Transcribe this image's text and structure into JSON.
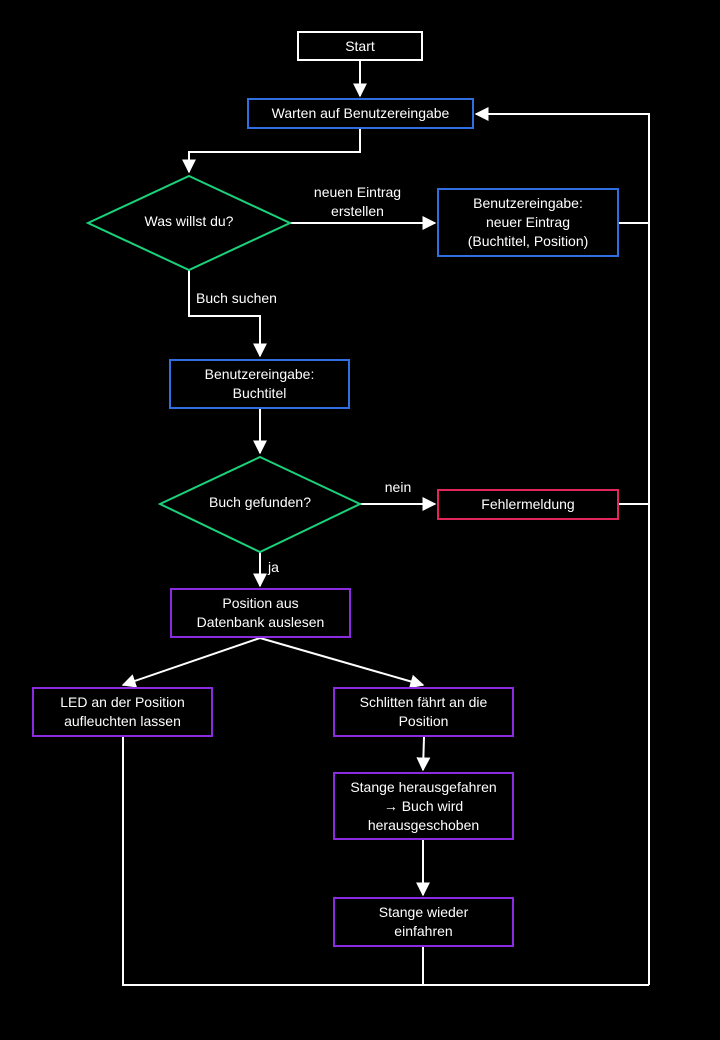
{
  "colors": {
    "background": "#000000",
    "start": "#ffffff",
    "input": "#2f6fe0",
    "decision": "#19d27a",
    "error": "#e0265a",
    "process": "#8a2be2",
    "connector": "#ffffff"
  },
  "nodes": {
    "start": "Start",
    "wait": "Warten auf Benutzereingabe",
    "decision_what": "Was willst du?",
    "input_new": "Benutzereingabe:\nneuer Eintrag\n(Buchtitel, Position)",
    "input_title": "Benutzereingabe:\nBuchtitel",
    "decision_found": "Buch gefunden?",
    "error": "Fehlermeldung",
    "read_pos": "Position aus\nDatenbank auslesen",
    "led": "LED an der Position\naufleuchten lassen",
    "carriage": "Schlitten fährt an die\nPosition",
    "rod_out": "Stange herausgefahren\n→ Buch wird\nherausgeschoben",
    "rod_in": "Stange wieder\neinfahren"
  },
  "edge_labels": {
    "new_entry": "neuen Eintrag\nerstellen",
    "search": "Buch suchen",
    "no": "nein",
    "yes": "ja"
  }
}
